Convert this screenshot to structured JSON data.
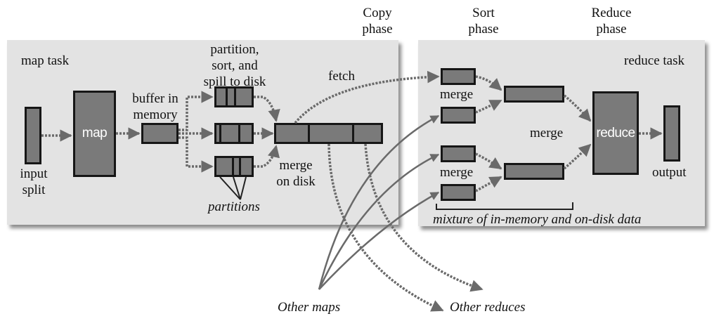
{
  "phases": {
    "copy": [
      "Copy",
      "phase"
    ],
    "sort": [
      "Sort",
      "phase"
    ],
    "reduce": [
      "Reduce",
      "phase"
    ]
  },
  "map_task": {
    "title": "map task",
    "input_split": [
      "input",
      "split"
    ],
    "map_label": "map",
    "buffer": [
      "buffer in",
      "memory"
    ],
    "spill": [
      "partition,",
      "sort, and",
      "spill to disk"
    ],
    "partitions": "partitions",
    "merge_on_disk": [
      "merge",
      "on disk"
    ],
    "fetch": "fetch"
  },
  "reduce_task": {
    "title": "reduce task",
    "merge_top": "merge",
    "merge_mid": "merge",
    "merge_bottom": "merge",
    "reduce_label": "reduce",
    "output": "output",
    "mixture": "mixture of in-memory and on-disk data"
  },
  "external": {
    "other_maps": "Other maps",
    "other_reduces": "Other reduces"
  },
  "colors": {
    "panel": "#e3e3e3",
    "box_fill": "#7a7a7a",
    "box_border": "#161616",
    "arrow": "#6a6a6a"
  }
}
